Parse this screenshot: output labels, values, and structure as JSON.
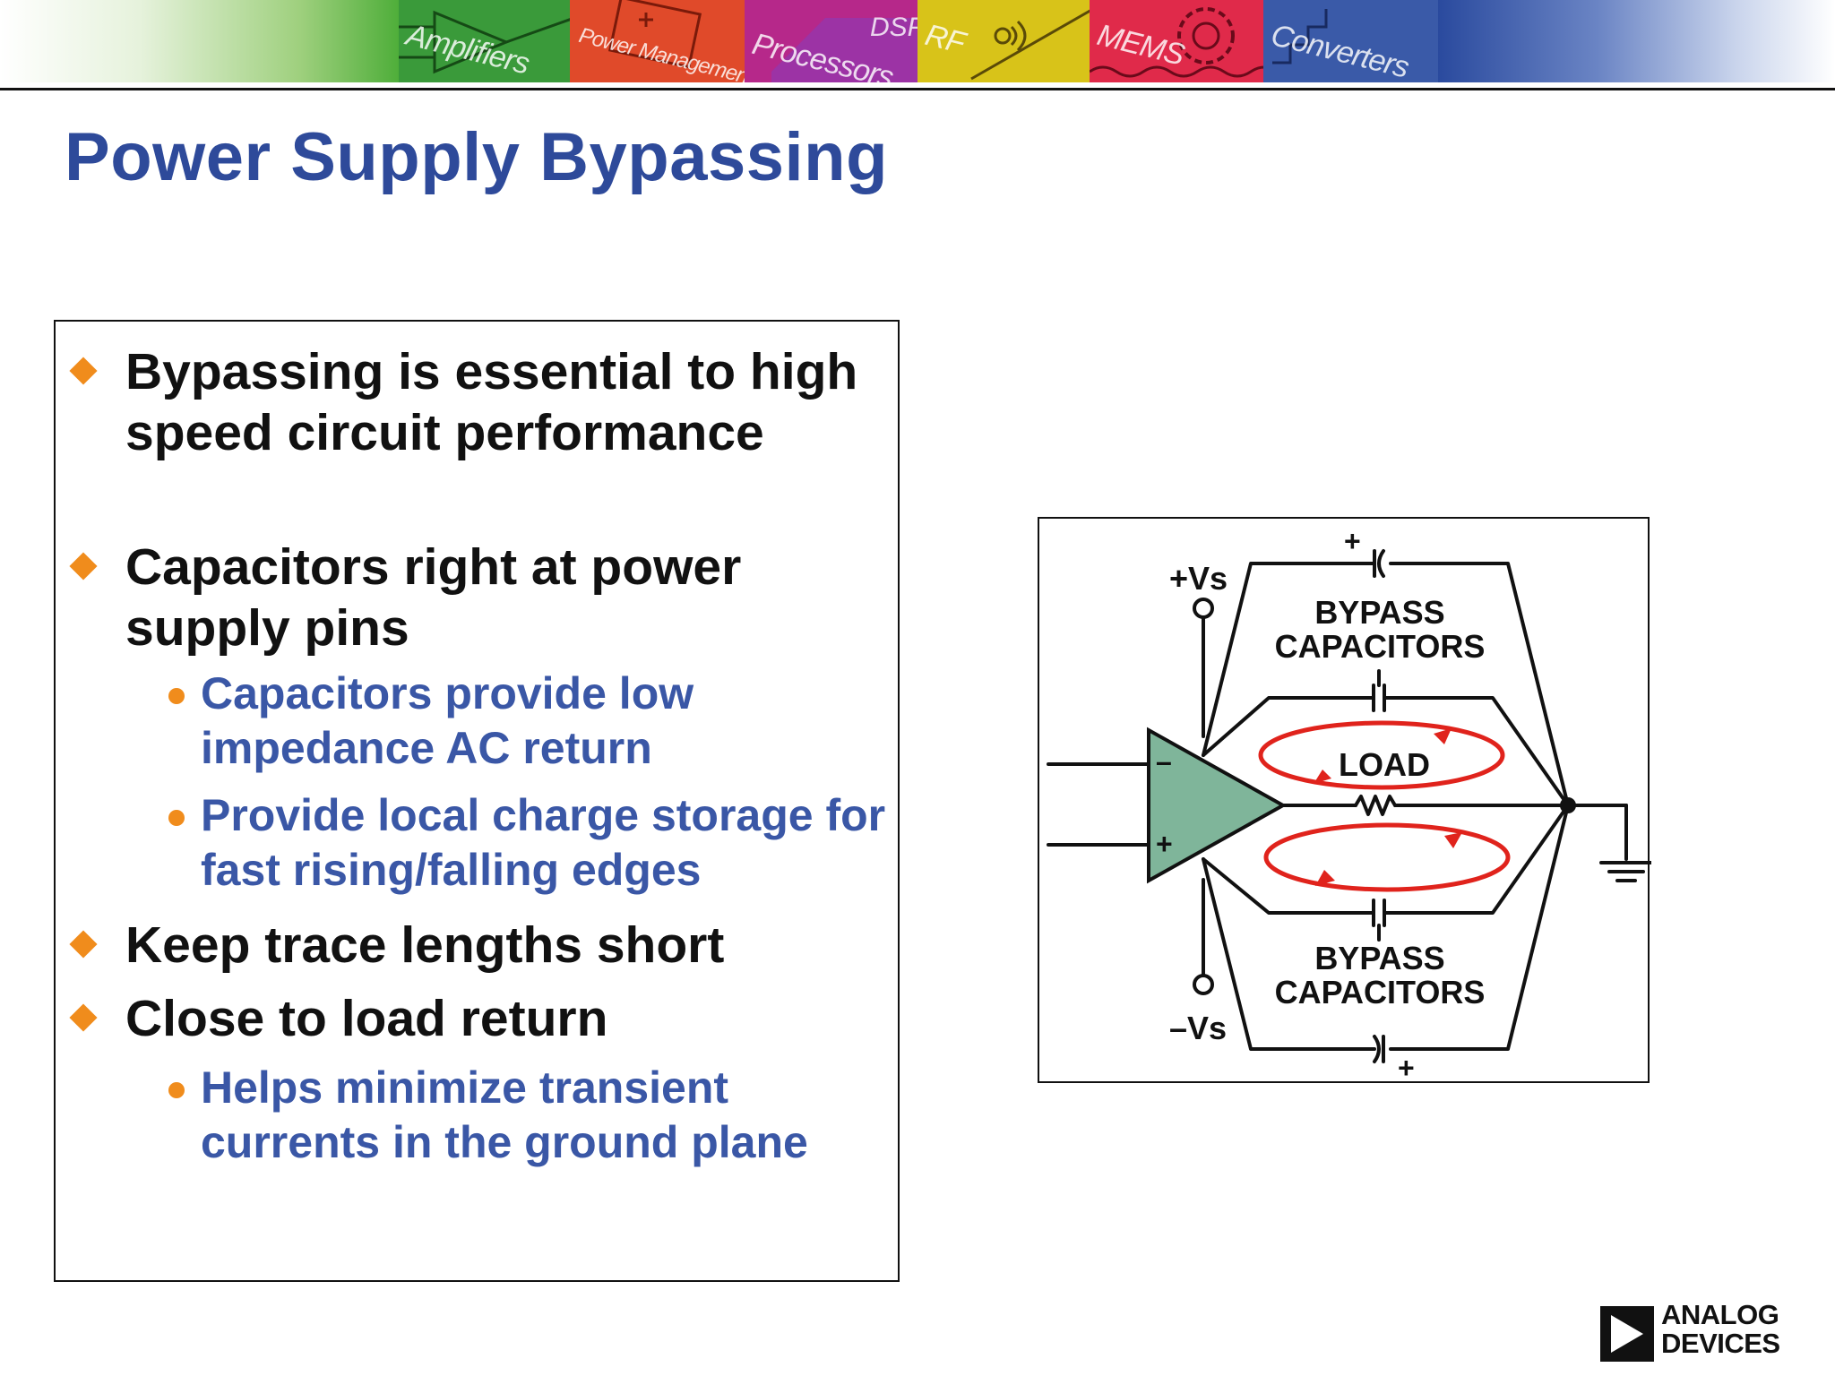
{
  "banner": {
    "tiles": [
      {
        "label": "Amplifiers",
        "color": "#3a9a3a"
      },
      {
        "label": "Power Management",
        "color": "#e04a2a"
      },
      {
        "label": "Processors",
        "color": "#b6288a"
      },
      {
        "label": "RF",
        "color": "#e8b418"
      },
      {
        "label": "MEMS",
        "color": "#e02a4a"
      },
      {
        "label": "Converters",
        "color": "#3a5aa8"
      }
    ]
  },
  "slide": {
    "title": "Power Supply Bypassing"
  },
  "bullets": {
    "b1": "Bypassing is essential to high speed circuit performance",
    "b2": "Capacitors right at power supply pins",
    "b2_sub1": "Capacitors provide low impedance AC return",
    "b2_sub2": "Provide local charge storage for fast rising/falling edges",
    "b3": "Keep trace lengths short",
    "b4": "Close to load return",
    "b4_sub1": "Helps minimize transient currents in the ground plane"
  },
  "diagram": {
    "plus_vs": "+Vs",
    "minus_vs": "–Vs",
    "bypass_top": "BYPASS\nCAPACITORS",
    "bypass_bottom": "BYPASS\nCAPACITORS",
    "load": "LOAD",
    "plus_sign_top": "+",
    "plus_sign_bottom": "+",
    "opamp_minus": "–",
    "opamp_plus": "+",
    "colors": {
      "opamp_fill": "#7fb59a",
      "current_loop": "#e0231c"
    }
  },
  "logo": {
    "line1": "ANALOG",
    "line2": "DEVICES"
  }
}
